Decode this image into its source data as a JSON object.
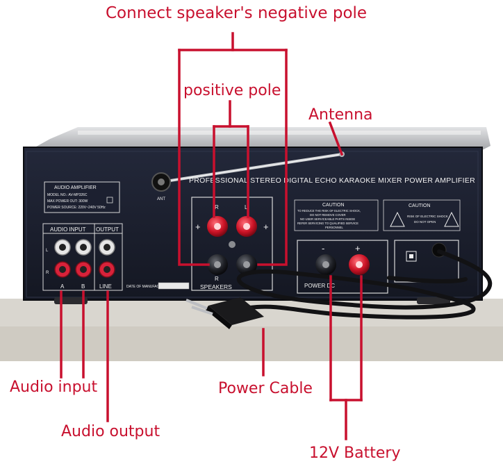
{
  "callouts": {
    "negative_pole": "Connect speaker's negative pole",
    "positive_pole": "positive pole",
    "antenna": "Antenna",
    "audio_input": "Audio input",
    "audio_output": "Audio output",
    "power_cable": "Power Cable",
    "battery": "12V Battery"
  },
  "panel": {
    "header": "PROFESSIONAL STEREO DIGITAL ECHO KARAOKE MIXER POWER AMPLIFIER",
    "ant_label": "ANT",
    "nameplate": {
      "title": "AUDIO AMPLIFIER",
      "model": "MODEL NO.: AV-MP326C",
      "max_power": "MAX POWER OUT: 300W",
      "power_source": "POWER SOURCE: 220V~240V 50Hz"
    },
    "audio_input_label": "AUDIO INPUT",
    "output_label": "OUTPUT",
    "channel_a": "A",
    "channel_b": "B",
    "channel_line": "LINE",
    "row_l": "L",
    "row_r": "R",
    "date_label": "DATE OF MANUFACTURE",
    "speaker_label": "SPEAKERS",
    "speaker_r": "R",
    "speaker_l": "L",
    "caution_left": {
      "title": "CAUTION",
      "lines": [
        "TO REDUCE THE RISK OF ELECTRIC SHOCK,",
        "DO NOT REMOVE COVER",
        "NO USER SERVICEABLE PARTS INSIDE",
        "REFER SERVICING TO QUALIFIED SERVICE",
        "PERSONNEL"
      ]
    },
    "caution_right": {
      "title": "CAUTION",
      "lines": [
        "RISK OF ELECTRIC SHOCK",
        "DO NOT OPEN"
      ]
    },
    "power_label": "POWER DC",
    "plus": "+",
    "minus": "-"
  },
  "colors": {
    "annotation": "#c8102e",
    "panel": "#1c1f2a",
    "chassis": "#8d8e91"
  }
}
